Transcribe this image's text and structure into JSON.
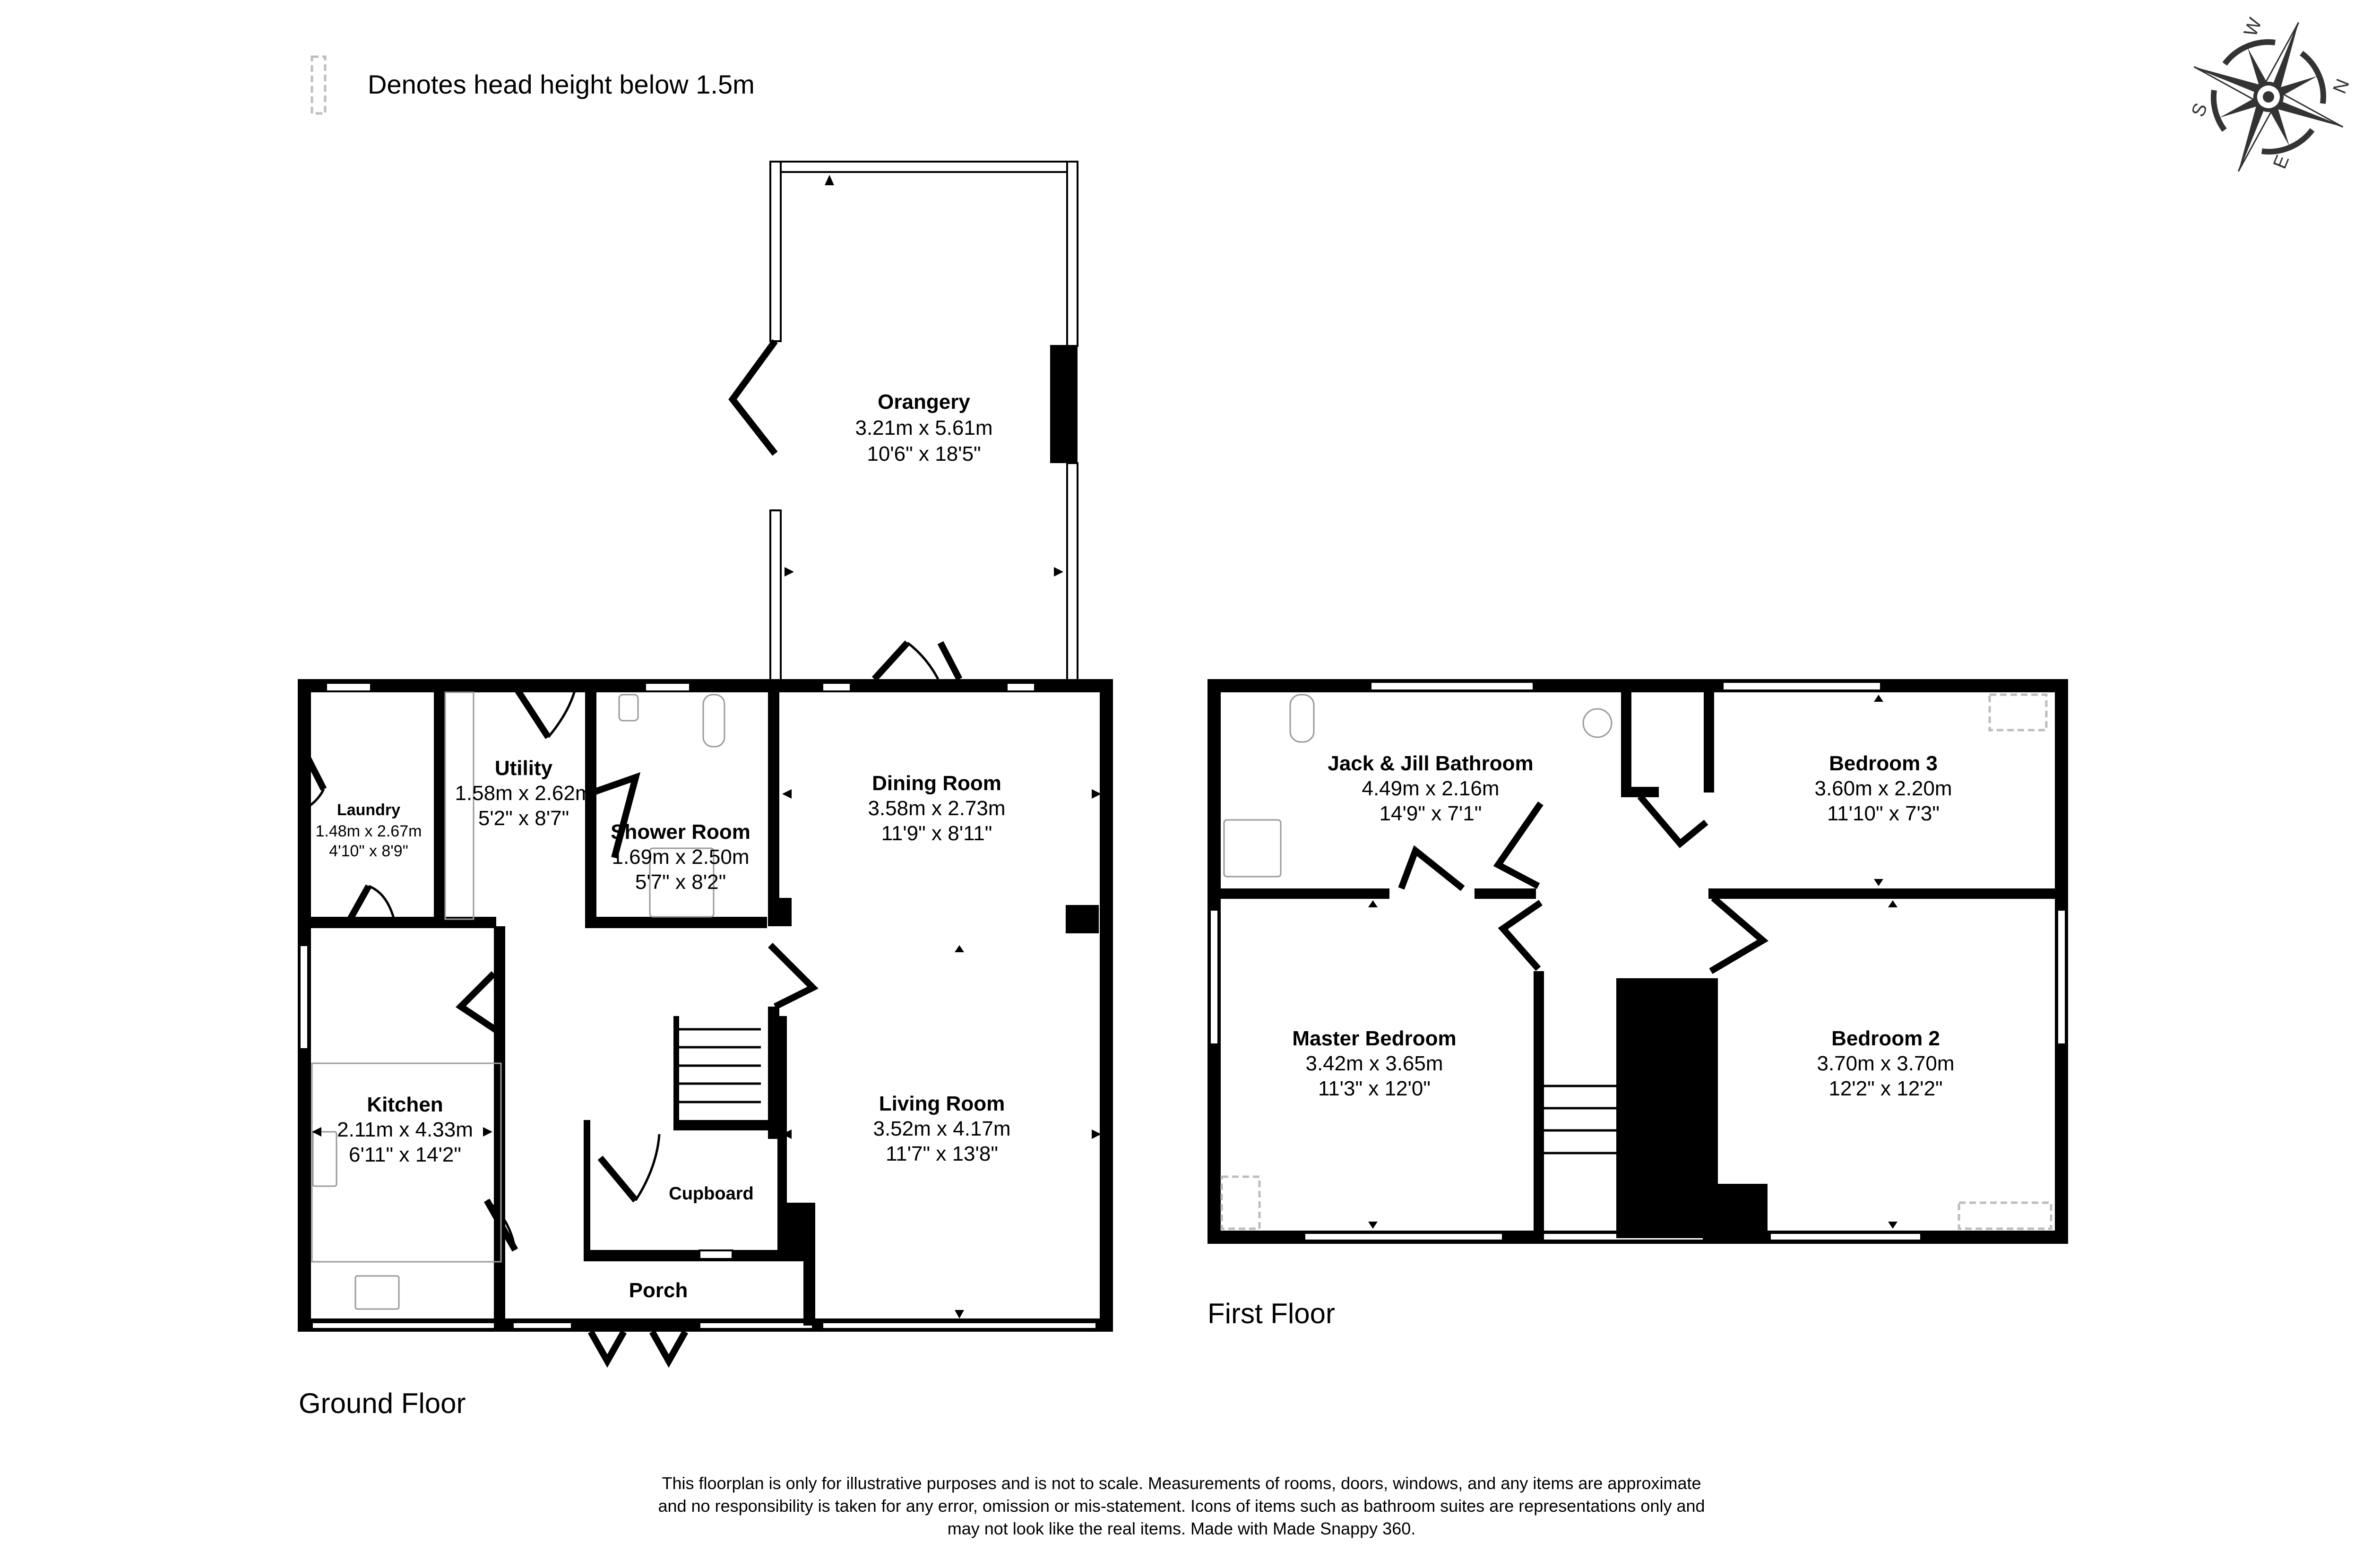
{
  "legend": {
    "icon": "dashed-rectangle-icon",
    "text": "Denotes head height below 1.5m"
  },
  "compass": {
    "icon": "compass-rose-icon",
    "labels": {
      "north": "N",
      "south": "S",
      "east": "E",
      "west": "W"
    }
  },
  "ground_floor": {
    "label": "Ground Floor",
    "rooms": [
      {
        "name": "Orangery",
        "metric": "3.21m x 5.61m",
        "imperial": "10'6\" x 18'5\""
      },
      {
        "name": "Laundry",
        "metric": "1.48m x 2.67m",
        "imperial": "4'10\" x 8'9\""
      },
      {
        "name": "Utility",
        "metric": "1.58m x 2.62m",
        "imperial": "5'2\" x 8'7\""
      },
      {
        "name": "Shower Room",
        "metric": "1.69m x 2.50m",
        "imperial": "5'7\" x 8'2\""
      },
      {
        "name": "Dining Room",
        "metric": "3.58m x 2.73m",
        "imperial": "11'9\" x 8'11\""
      },
      {
        "name": "Kitchen",
        "metric": "2.11m x 4.33m",
        "imperial": "6'11\" x 14'2\""
      },
      {
        "name": "Living Room",
        "metric": "3.52m x 4.17m",
        "imperial": "11'7\" x 13'8\""
      },
      {
        "name": "Cupboard"
      },
      {
        "name": "Porch"
      }
    ]
  },
  "first_floor": {
    "label": "First Floor",
    "rooms": [
      {
        "name": "Jack & Jill Bathroom",
        "metric": "4.49m x 2.16m",
        "imperial": "14'9\" x 7'1\""
      },
      {
        "name": "Bedroom 3",
        "metric": "3.60m x 2.20m",
        "imperial": "11'10\" x 7'3\""
      },
      {
        "name": "Master Bedroom",
        "metric": "3.42m x 3.65m",
        "imperial": "11'3\" x 12'0\""
      },
      {
        "name": "Bedroom 2",
        "metric": "3.70m x 3.70m",
        "imperial": "12'2\" x 12'2\""
      }
    ]
  },
  "disclaimer": "This floorplan is only for illustrative purposes and is not to scale. Measurements of rooms, doors, windows, and any items are approximate and no responsibility is taken for any error, omission or mis-statement. Icons of items such as bathroom suites are representations only and may not look like the real items. Made with Made Snappy 360.",
  "colors": {
    "wall": "#000000",
    "fixture": "#9a9a9a",
    "head_height_marker": "#bdbdbd",
    "background": "#ffffff"
  }
}
